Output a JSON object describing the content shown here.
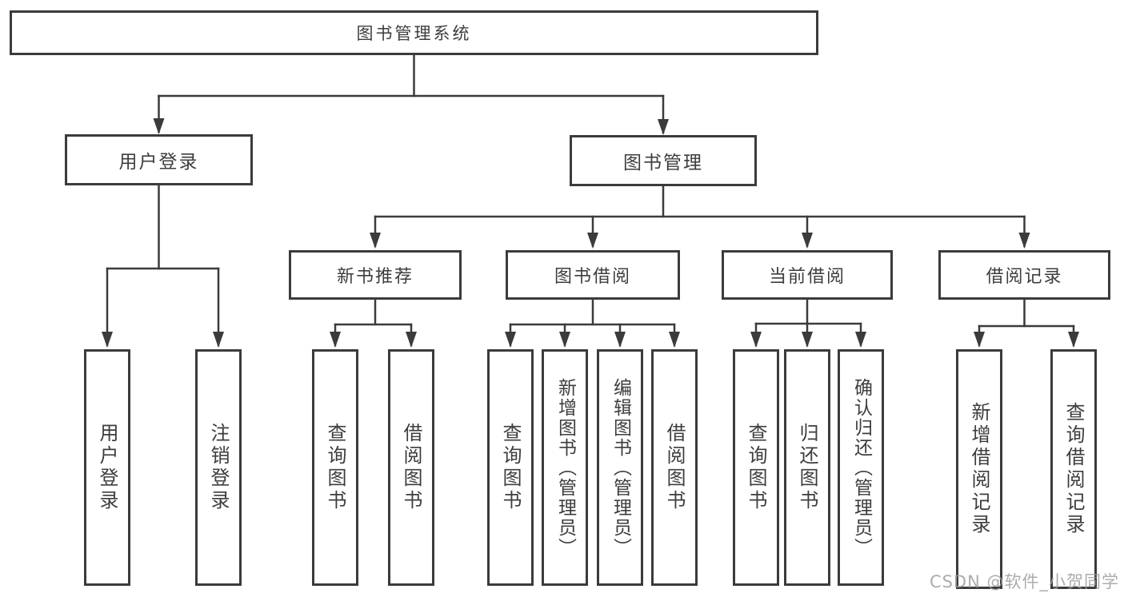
{
  "tree": {
    "label": "图书管理系统",
    "children": [
      {
        "label": "用户登录",
        "children": [
          {
            "label": "用户登录"
          },
          {
            "label": "注销登录"
          }
        ]
      },
      {
        "label": "图书管理",
        "children": [
          {
            "label": "新书推荐",
            "children": [
              {
                "label": "查询图书"
              },
              {
                "label": "借阅图书"
              }
            ]
          },
          {
            "label": "图书借阅",
            "children": [
              {
                "label": "查询图书"
              },
              {
                "label": "新增图书（管理员）"
              },
              {
                "label": "编辑图书（管理员）"
              },
              {
                "label": "借阅图书"
              }
            ]
          },
          {
            "label": "当前借阅",
            "children": [
              {
                "label": "查询图书"
              },
              {
                "label": "归还图书"
              },
              {
                "label": "确认归还（管理员）"
              }
            ]
          },
          {
            "label": "借阅记录",
            "children": [
              {
                "label": "新增借阅记录"
              },
              {
                "label": "查询借阅记录"
              }
            ]
          }
        ]
      }
    ]
  },
  "watermark": "CSDN @软件_小贺同学",
  "colors": {
    "line": "#3b3b3b",
    "text": "#3d3d3d",
    "box_background": "#ffffff",
    "watermark": "#9e9e9e",
    "background": "#ffffff"
  }
}
